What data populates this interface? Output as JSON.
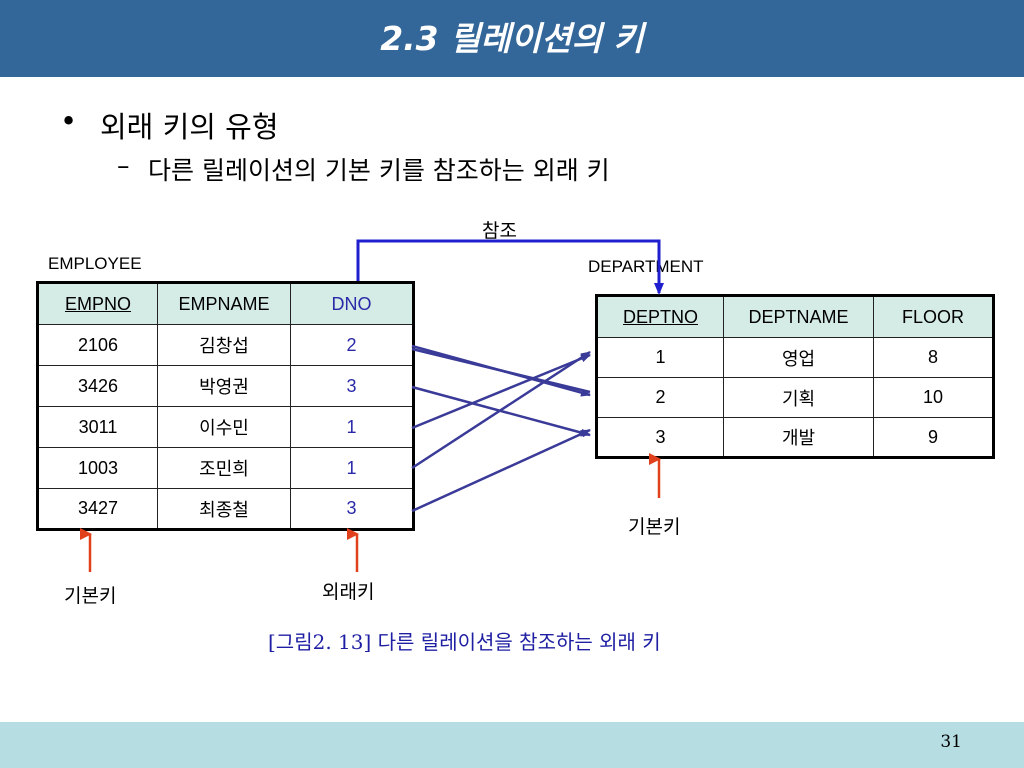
{
  "slide": {
    "title": "2.3  릴레이션의 키",
    "bullet": "외래 키의 유형",
    "sub_bullet": "다른 릴레이션의 기본 키를 참조하는 외래 키",
    "bullet_marker": "•",
    "sub_marker": "–",
    "page_number": "31"
  },
  "diagram": {
    "reference_label": "참조",
    "employee_label": "EMPLOYEE",
    "department_label": "DEPARTMENT",
    "employee_pk_label": "기본키",
    "employee_fk_label": "외래키",
    "department_pk_label": "기본키",
    "caption": "[그림2. 13] 다른 릴레이션을 참조하는 외래 키"
  },
  "employee": {
    "headers": [
      "EMPNO",
      "EMPNAME",
      "DNO"
    ],
    "rows": [
      [
        "2106",
        "김창섭",
        "2"
      ],
      [
        "3426",
        "박영권",
        "3"
      ],
      [
        "3011",
        "이수민",
        "1"
      ],
      [
        "1003",
        "조민희",
        "1"
      ],
      [
        "3427",
        "최종철",
        "3"
      ]
    ]
  },
  "department": {
    "headers": [
      "DEPTNO",
      "DEPTNAME",
      "FLOOR"
    ],
    "rows": [
      [
        "1",
        "영업",
        "8"
      ],
      [
        "2",
        "기획",
        "10"
      ],
      [
        "3",
        "개발",
        "9"
      ]
    ]
  },
  "colors": {
    "header_bar": "#336699",
    "footer_bar": "#b6dde2",
    "table_header": "#d4ebe6",
    "reference_line": "#1f1fd0",
    "mapping_line": "#3a3a98",
    "key_arrow": "#e0401c"
  }
}
